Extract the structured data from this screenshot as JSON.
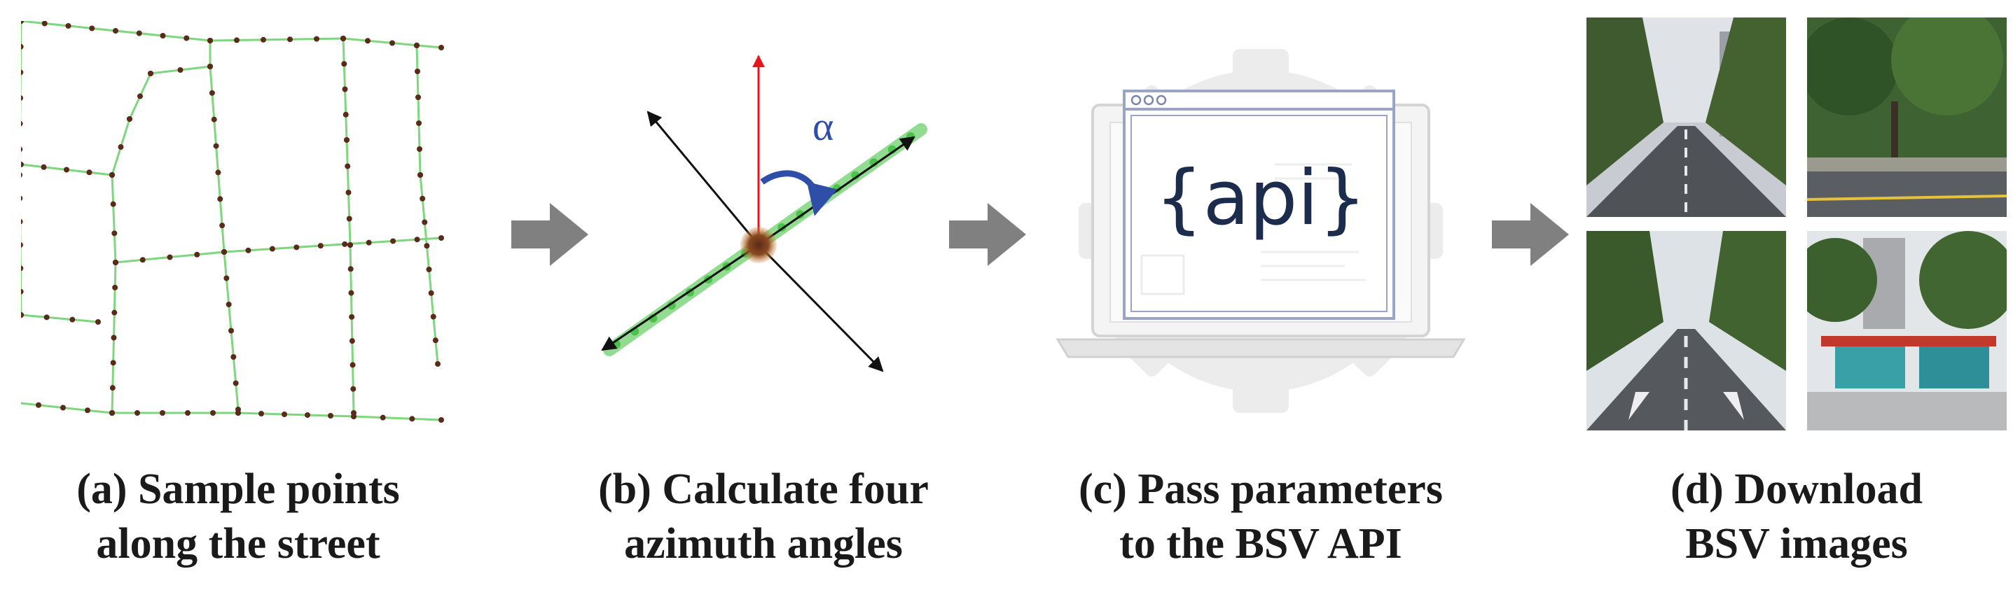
{
  "captions": {
    "a": {
      "line1": "(a) Sample points",
      "line2": "along the street"
    },
    "b": {
      "line1": "(b) Calculate four",
      "line2": "azimuth angles"
    },
    "c": {
      "line1": "(c) Pass parameters",
      "line2": "to the BSV API"
    },
    "d": {
      "line1": "(d) Download",
      "line2": "BSV images"
    }
  },
  "azimuth": {
    "angle_symbol": "α"
  },
  "api": {
    "label": "{api}"
  },
  "colors": {
    "street": "#7ed67e",
    "sample_point": "#5a2a1a",
    "north_axis": "#e8141b",
    "angle_arc": "#2f4ea8",
    "flow_arrow": "#808080",
    "api_text": "#1c2c4c",
    "window_frame": "#9aa4c4",
    "gear": "#ececec"
  },
  "icons": {
    "api_window": "browser-window-icon",
    "gear": "gear-icon",
    "laptop": "laptop-icon"
  }
}
